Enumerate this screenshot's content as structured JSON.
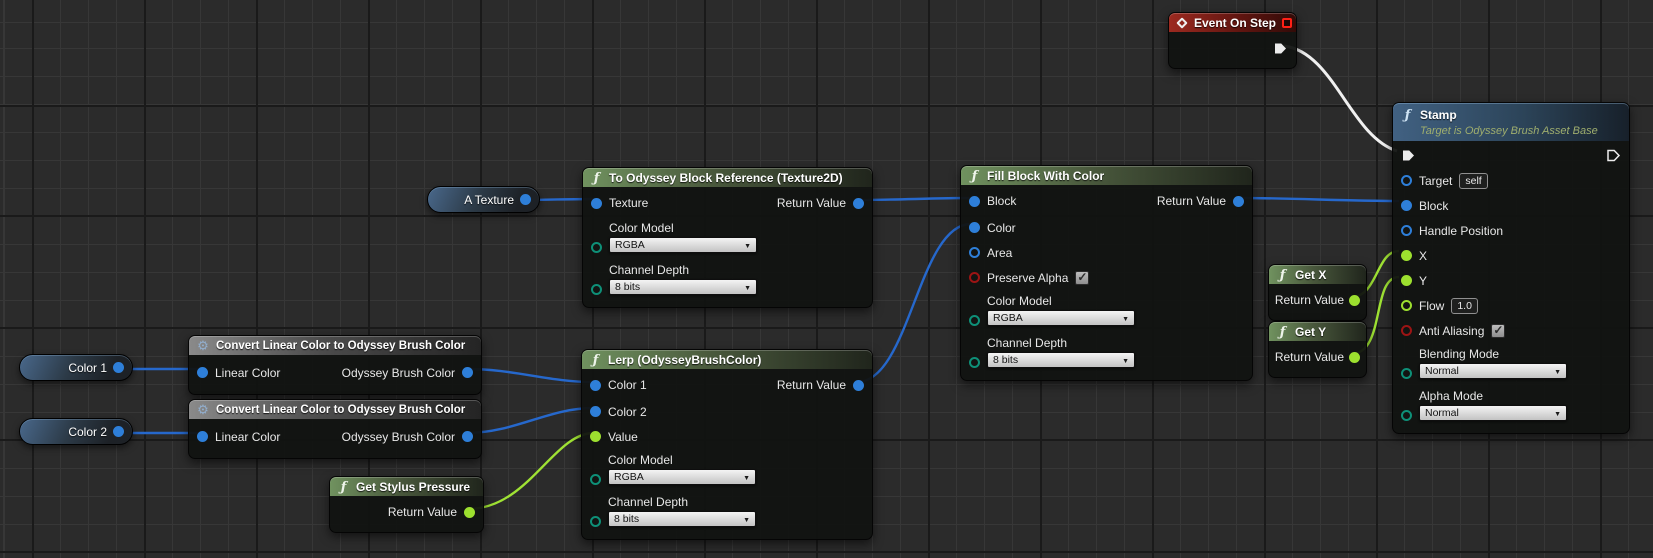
{
  "graph": {
    "bg_color": "#2b2b2b",
    "wire_colors": {
      "exec": "#f0f0f0",
      "object": "#2668cc",
      "float": "#9fe234"
    },
    "pin_colors": {
      "object": "#2e7fd9",
      "float": "#9de02f",
      "bool": "#9c1414",
      "enum": "#0e9078",
      "exec": "#ececec"
    }
  },
  "nodes": {
    "event_on_step": {
      "title": "Event On Step"
    },
    "stamp": {
      "title": "Stamp",
      "subtitle": "Target is Odyssey Brush Asset Base",
      "target_label": "Target",
      "target_value": "self",
      "block_label": "Block",
      "handle_label": "Handle Position",
      "x_label": "X",
      "y_label": "Y",
      "flow_label": "Flow",
      "flow_value": "1.0",
      "aa_label": "Anti Aliasing",
      "aa_checked": true,
      "blending_label": "Blending Mode",
      "blending_value": "Normal",
      "alpha_label": "Alpha Mode",
      "alpha_value": "Normal"
    },
    "to_odyssey_block_reference": {
      "title": "To Odyssey Block Reference (Texture2D)",
      "texture_label": "Texture",
      "return_label": "Return Value",
      "color_model_label": "Color Model",
      "color_model_value": "RGBA",
      "channel_depth_label": "Channel Depth",
      "channel_depth_value": "8 bits"
    },
    "fill_block_with_color": {
      "title": "Fill Block With Color",
      "block_label": "Block",
      "color_label": "Color",
      "area_label": "Area",
      "preserve_alpha_label": "Preserve Alpha",
      "preserve_alpha_checked": true,
      "color_model_label": "Color Model",
      "color_model_value": "RGBA",
      "channel_depth_label": "Channel Depth",
      "channel_depth_value": "8 bits",
      "return_label": "Return Value"
    },
    "a_texture": {
      "label": "A Texture"
    },
    "color_1": {
      "label": "Color 1"
    },
    "color_2": {
      "label": "Color 2"
    },
    "convert_1": {
      "title": "Convert Linear Color to Odyssey Brush Color",
      "in_label": "Linear Color",
      "out_label": "Odyssey Brush Color"
    },
    "convert_2": {
      "title": "Convert Linear Color to Odyssey Brush Color",
      "in_label": "Linear Color",
      "out_label": "Odyssey Brush Color"
    },
    "lerp": {
      "title": "Lerp (OdysseyBrushColor)",
      "color1_label": "Color 1",
      "color2_label": "Color 2",
      "value_label": "Value",
      "color_model_label": "Color Model",
      "color_model_value": "RGBA",
      "channel_depth_label": "Channel Depth",
      "channel_depth_value": "8 bits",
      "return_label": "Return Value"
    },
    "get_stylus_pressure": {
      "title": "Get Stylus Pressure",
      "return_label": "Return Value"
    },
    "get_x": {
      "title": "Get X",
      "return_label": "Return Value"
    },
    "get_y": {
      "title": "Get Y",
      "return_label": "Return Value"
    }
  },
  "connections": [
    {
      "from": "event_on_step.exec_out",
      "to": "stamp.exec_in",
      "type": "exec"
    },
    {
      "from": "a_texture.out",
      "to": "to_odyssey_block_reference.texture",
      "type": "object"
    },
    {
      "from": "to_odyssey_block_reference.return_value",
      "to": "fill_block_with_color.block",
      "type": "object"
    },
    {
      "from": "lerp.return_value",
      "to": "fill_block_with_color.color",
      "type": "object"
    },
    {
      "from": "fill_block_with_color.return_value",
      "to": "stamp.block",
      "type": "object"
    },
    {
      "from": "color_1.out",
      "to": "convert_1.linear_color",
      "type": "object"
    },
    {
      "from": "convert_1.odyssey_brush_color",
      "to": "lerp.color_1",
      "type": "object"
    },
    {
      "from": "color_2.out",
      "to": "convert_2.linear_color",
      "type": "object"
    },
    {
      "from": "convert_2.odyssey_brush_color",
      "to": "lerp.color_2",
      "type": "object"
    },
    {
      "from": "get_stylus_pressure.return_value",
      "to": "lerp.value",
      "type": "float"
    },
    {
      "from": "get_x.return_value",
      "to": "stamp.x",
      "type": "float"
    },
    {
      "from": "get_y.return_value",
      "to": "stamp.y",
      "type": "float"
    }
  ]
}
